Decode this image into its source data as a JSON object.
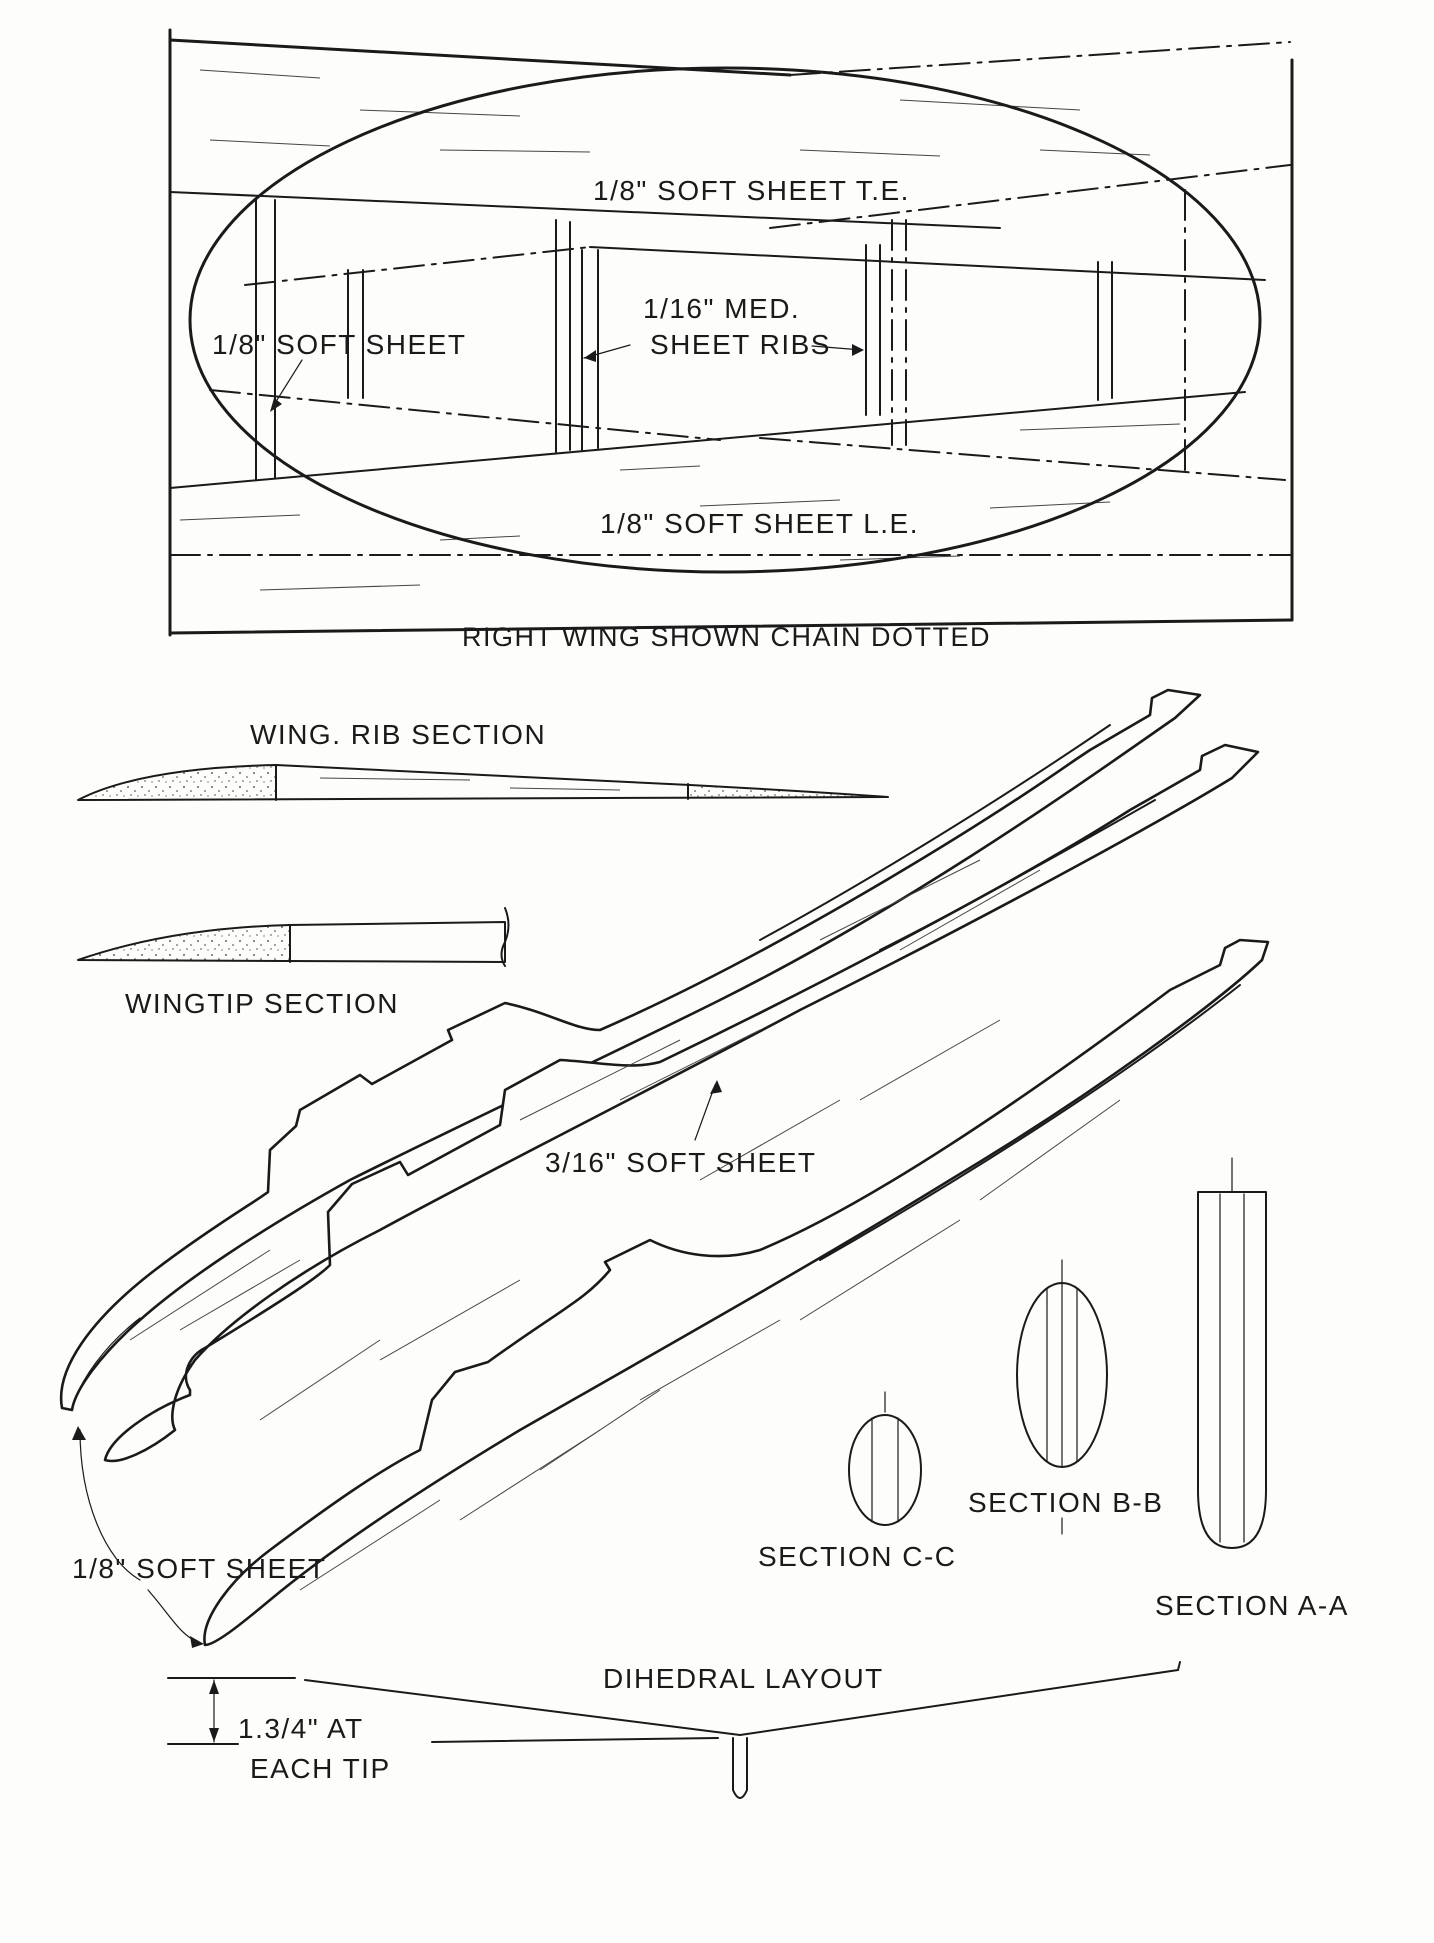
{
  "colors": {
    "ink": "#1a1a1a",
    "paper": "#fdfdfb"
  },
  "top_view": {
    "label_te": "1/8\" SOFT SHEET T.E.",
    "label_med_1": "1/16\" MED.",
    "label_med_2": "SHEET RIBS",
    "label_soft_sheet": "1/8\" SOFT SHEET",
    "label_le": "1/8\" SOFT SHEET L.E.",
    "caption": "RIGHT WING SHOWN CHAIN DOTTED"
  },
  "sections": {
    "wing_rib": "WING. RIB SECTION",
    "wingtip": "WINGTIP SECTION",
    "aa": "SECTION A-A",
    "bb": "SECTION B-B",
    "cc": "SECTION C-C"
  },
  "parts": {
    "label_316": "3/16\" SOFT SHEET",
    "label_18": "1/8\" SOFT SHEET"
  },
  "dihedral": {
    "title": "DIHEDRAL LAYOUT",
    "note_1": "1.3/4\" AT",
    "note_2": "EACH TIP"
  }
}
